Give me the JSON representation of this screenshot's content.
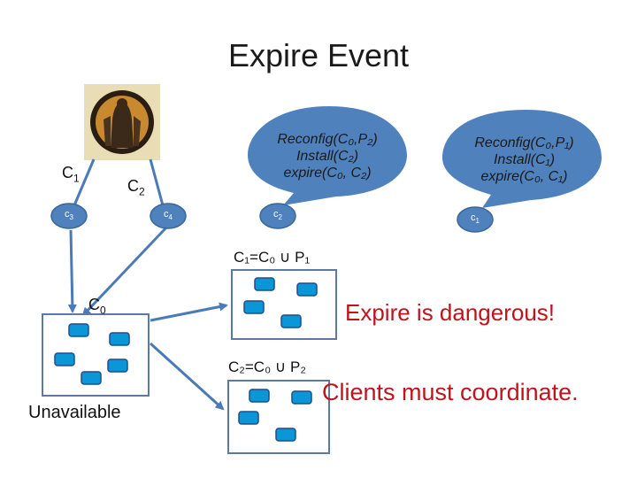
{
  "title": "Expire Event",
  "labels": {
    "c1_big": "C",
    "c1_big_sub": "1",
    "c2_big": "C",
    "c2_big_sub": "2",
    "c0_big": "C",
    "c0_big_sub": "0",
    "unavailable": "Unavailable",
    "eq1": "C₁=C₀ ∪ P₁",
    "eq2": "C₂=C₀ ∪ P₂"
  },
  "nodes": {
    "c3": "c",
    "c3_sub": "3",
    "c4": "c",
    "c4_sub": "4",
    "c2": "c",
    "c2_sub": "2",
    "c1": "c",
    "c1_sub": "1"
  },
  "bubbles": {
    "left": {
      "line1": "Reconfig(C₀,P₂)",
      "line2": "Install(C₂)",
      "line3": "expire(C₀, C₂)"
    },
    "right": {
      "line1": "Reconfig(C₀,P₁)",
      "line2": "Install(C₁)",
      "line3": "expire(C₀, C₁)"
    }
  },
  "messages": {
    "dangerous": "Expire is dangerous!",
    "coordinate": "Clients must coordinate."
  },
  "colors": {
    "node_fill": "#4f81bd",
    "node_stroke": "#3a6798",
    "bubble_fill": "#4f81bd",
    "server_fill": "#0b96d8",
    "server_stroke": "#1f4e8a",
    "arrow": "#4a7ab8",
    "alert": "#c0141c"
  }
}
